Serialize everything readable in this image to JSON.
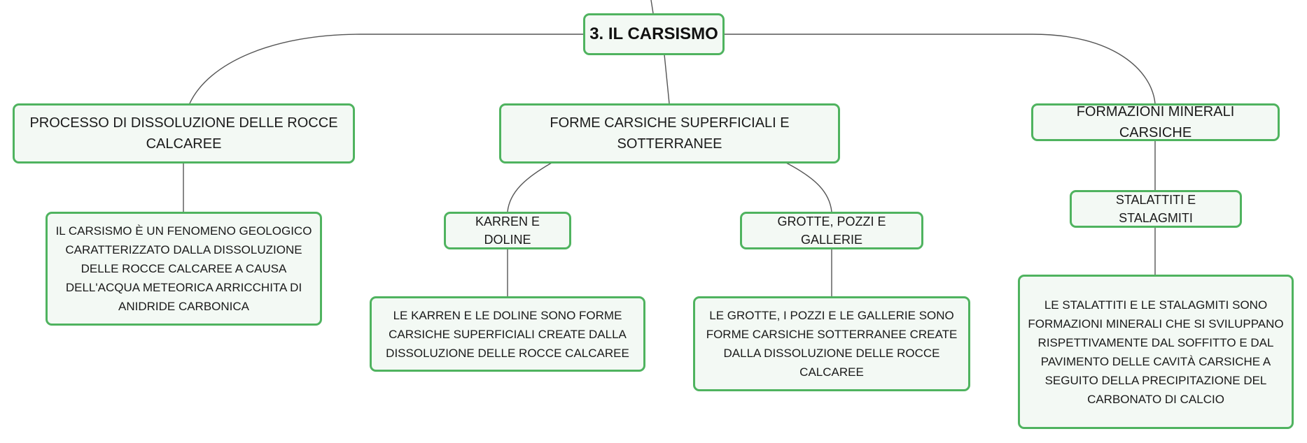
{
  "map": {
    "root": "3. IL CARSISMO",
    "processo": {
      "title": "PROCESSO DI DISSOLUZIONE DELLE ROCCE CALCAREE",
      "description": "IL CARSISMO È UN FENOMENO GEOLOGICO CARATTERIZZATO DALLA DISSOLUZIONE DELLE ROCCE CALCAREE A CAUSA DELL'ACQUA METEORICA ARRICCHITA DI ANIDRIDE CARBONICA"
    },
    "forme": {
      "title": "FORME CARSICHE SUPERFICIALI E SOTTERRANEE",
      "karren": {
        "title": "KARREN E DOLINE",
        "description": "LE KARREN E LE DOLINE SONO FORME CARSICHE SUPERFICIALI CREATE DALLA DISSOLUZIONE DELLE ROCCE CALCAREE"
      },
      "grotte": {
        "title": "GROTTE, POZZI E GALLERIE",
        "description": "LE GROTTE, I POZZI E LE GALLERIE SONO FORME CARSICHE SOTTERRANEE CREATE DALLA DISSOLUZIONE DELLE ROCCE CALCAREE"
      }
    },
    "formazioni": {
      "title": "FORMAZIONI MINERALI CARSICHE",
      "stalattiti": {
        "title": "STALATTITI E STALAGMITI",
        "description": "LE STALATTITI E LE STALAGMITI SONO FORMAZIONI MINERALI CHE SI SVILUPPANO RISPETTIVAMENTE DAL SOFFITTO E DAL PAVIMENTO DELLE CAVITÀ CARSICHE A SEGUITO DELLA PRECIPITAZIONE DEL CARBONATO DI CALCIO"
      }
    }
  },
  "colors": {
    "node_border": "#4fb35f",
    "node_fill": "#f3f9f4",
    "connector": "#555555"
  }
}
